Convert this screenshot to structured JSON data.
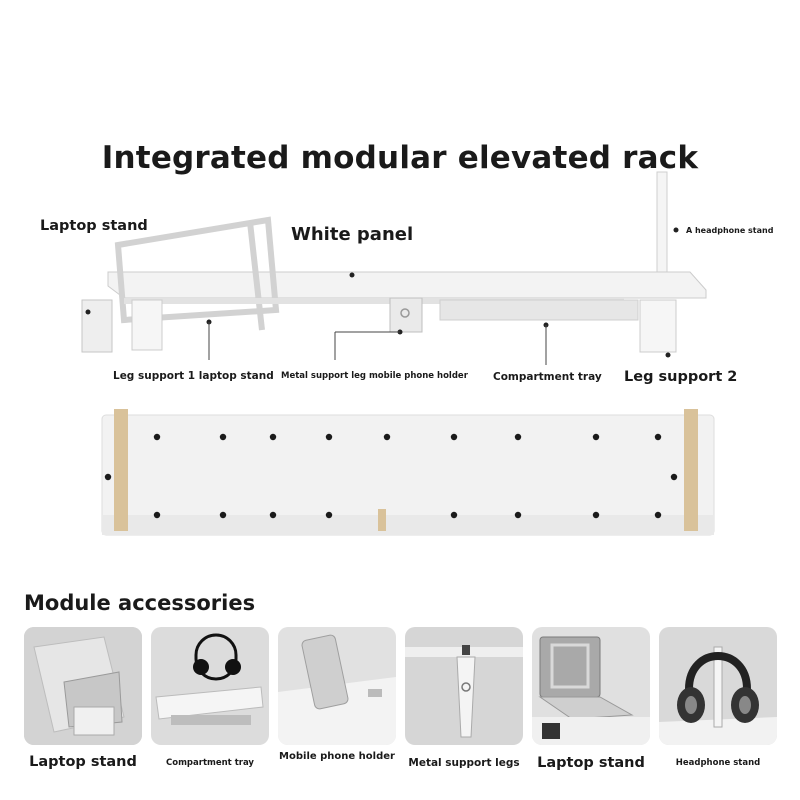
{
  "title": "Integrated modular elevated rack",
  "callouts": {
    "laptop_stand": "Laptop stand",
    "white_panel": "White panel",
    "headphone_stand": "A headphone stand",
    "leg_support_1": "Leg support 1 laptop stand",
    "metal_support_leg": "Metal support leg mobile phone holder",
    "compartment_tray": "Compartment tray",
    "leg_support_2": "Leg support 2"
  },
  "section_title": "Module accessories",
  "accessories": [
    {
      "label": "Laptop stand"
    },
    {
      "label": "Compartment tray"
    },
    {
      "label": "Mobile phone holder"
    },
    {
      "label": "Metal support legs"
    },
    {
      "label": "Laptop stand"
    },
    {
      "label": "Headphone stand"
    }
  ],
  "colors": {
    "text": "#1a1a1a",
    "panel": "#f2f2f2",
    "card_bg": "#d9d9d9",
    "cork": "#d9c29a"
  }
}
